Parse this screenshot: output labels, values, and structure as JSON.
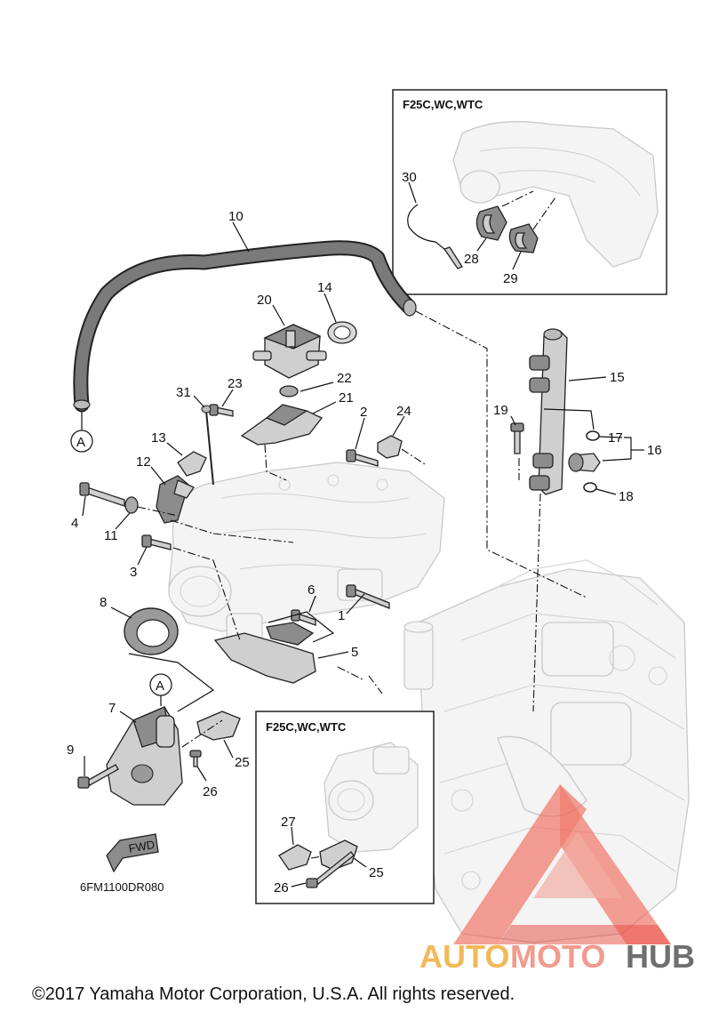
{
  "diagram": {
    "inset_top_label": "F25C,WC,WTC",
    "inset_bottom_label": "F25C,WC,WTC",
    "part_code": "6FM1100DR080",
    "fwd_label": "FWD",
    "connector_label": "A",
    "copyright": "©2017 Yamaha Motor Corporation, U.S.A. All rights reserved.",
    "callouts": {
      "c1": "1",
      "c2": "2",
      "c3": "3",
      "c4": "4",
      "c5": "5",
      "c6": "6",
      "c7": "7",
      "c8": "8",
      "c9": "9",
      "c10": "10",
      "c11": "11",
      "c12": "12",
      "c13": "13",
      "c14": "14",
      "c15": "15",
      "c16": "16",
      "c17": "17",
      "c18": "18",
      "c19": "19",
      "c20": "20",
      "c21": "21",
      "c22": "22",
      "c23": "23",
      "c24": "24",
      "c25": "25",
      "c25b": "25",
      "c26": "26",
      "c26b": "26",
      "c27": "27",
      "c28": "28",
      "c29": "29",
      "c30": "30",
      "c31": "31"
    }
  },
  "watermark": {
    "part1": "AUTO",
    "part2": "MOTO",
    "part3": "HUB",
    "colors": {
      "orange": "#f2b95a",
      "salmon": "#f29a8e",
      "gray": "#6f6f6f",
      "red": "#e63b2e"
    }
  }
}
